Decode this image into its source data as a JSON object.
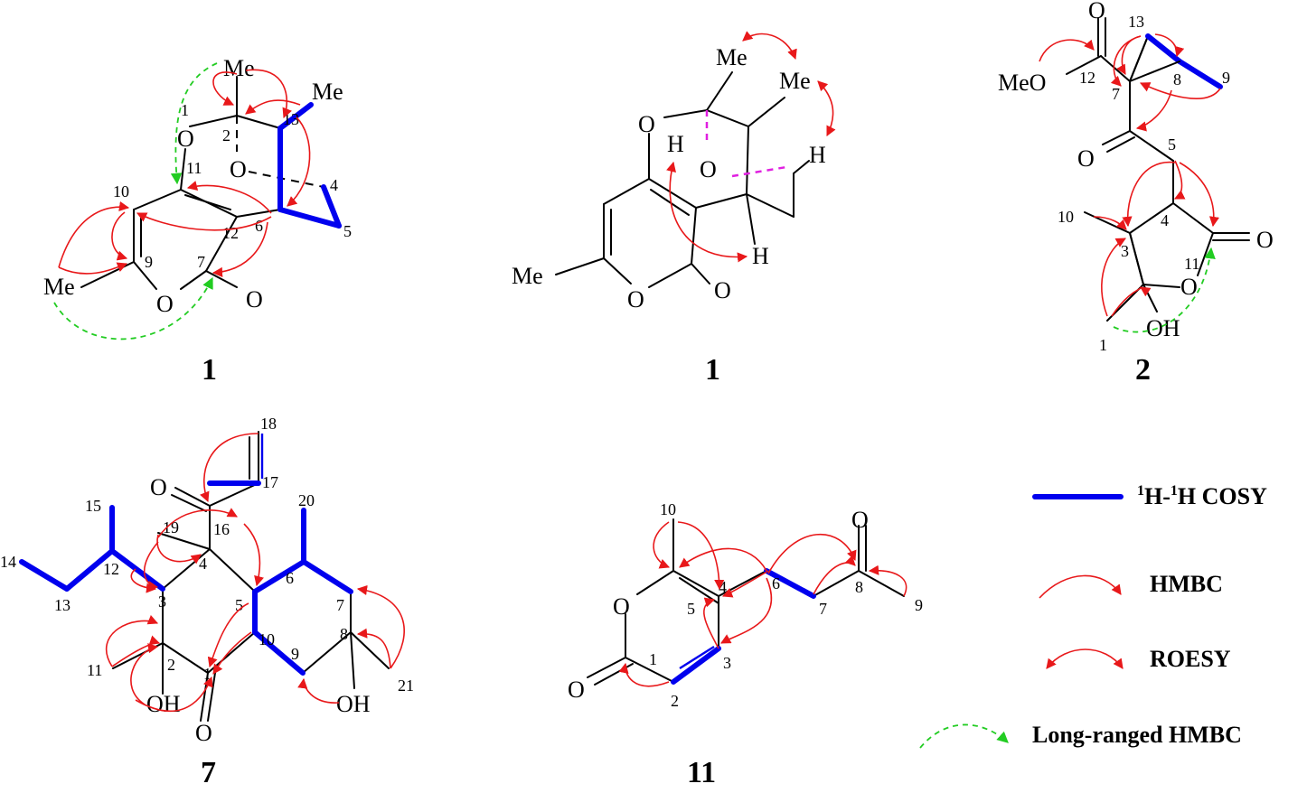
{
  "compound_ids": [
    "1",
    "1",
    "2",
    "7",
    "11"
  ],
  "atoms": {
    "me": "Me",
    "o": "O",
    "h": "H",
    "oh": "OH",
    "meo": "MeO"
  },
  "legend": {
    "cosy_sup": "1",
    "cosy_h": "H-",
    "cosy_h2": "H COSY",
    "hmbc": "HMBC",
    "roesy": "ROESY",
    "lr_hmbc": "Long-ranged HMBC"
  },
  "colors": {
    "cosy": "#0000ee",
    "hmbc": "#e8181a",
    "long_range": "#22cc22",
    "noe": "#e020e0"
  }
}
